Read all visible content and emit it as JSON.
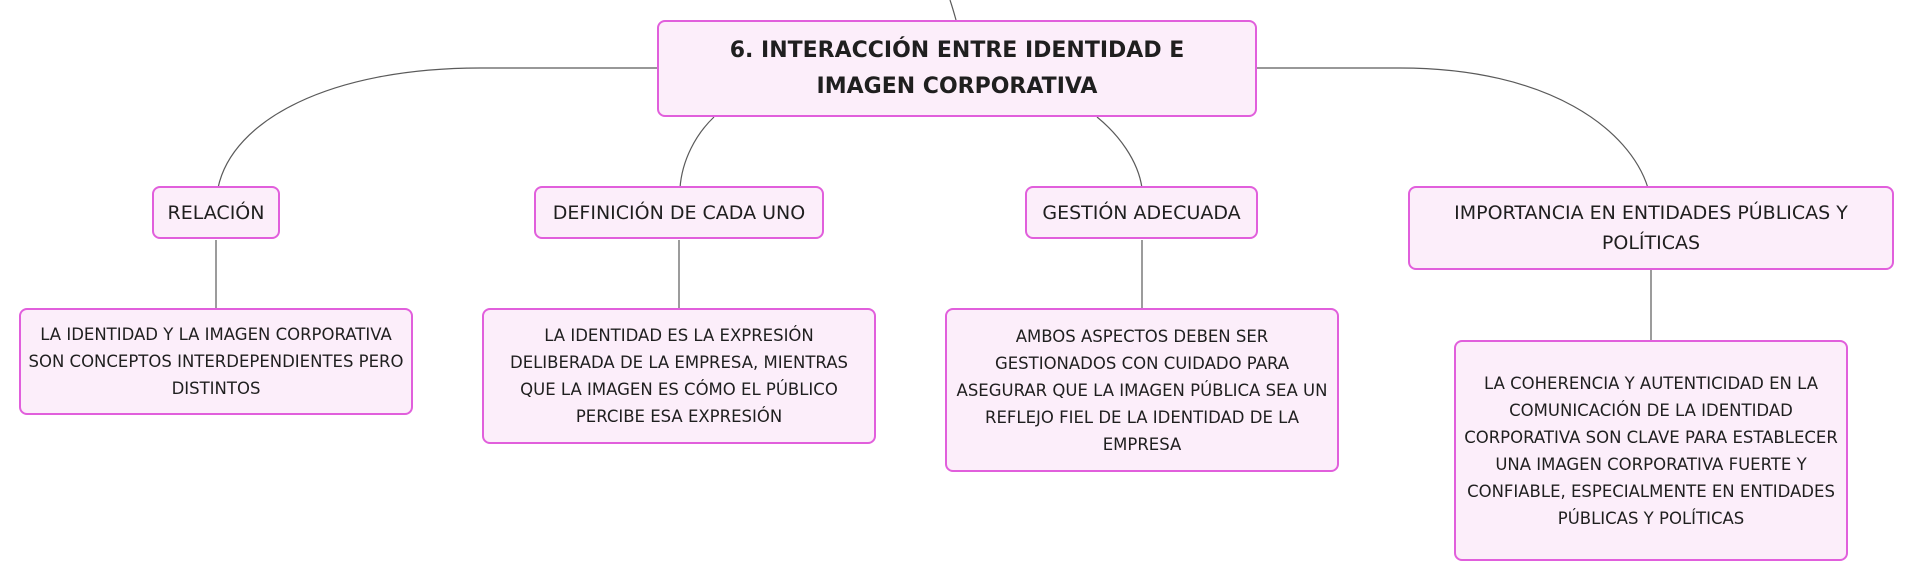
{
  "root": {
    "label": "6. INTERACCIÓN ENTRE IDENTIDAD E IMAGEN CORPORATIVA"
  },
  "topics": [
    {
      "label": "RELACIÓN",
      "detail": "LA IDENTIDAD Y LA IMAGEN CORPORATIVA SON CONCEPTOS INTERDEPENDIENTES PERO DISTINTOS"
    },
    {
      "label": "DEFINICIÓN DE CADA UNO",
      "detail": "LA IDENTIDAD ES LA EXPRESIÓN DELIBERADA DE LA EMPRESA, MIENTRAS QUE LA IMAGEN ES CÓMO EL PÚBLICO PERCIBE ESA EXPRESIÓN"
    },
    {
      "label": "GESTIÓN ADECUADA",
      "detail": "AMBOS ASPECTOS DEBEN SER GESTIONADOS CON CUIDADO PARA ASEGURAR QUE LA IMAGEN PÚBLICA SEA UN REFLEJO FIEL DE LA IDENTIDAD DE LA EMPRESA"
    },
    {
      "label": "IMPORTANCIA EN ENTIDADES PÚBLICAS Y POLÍTICAS",
      "detail": "LA COHERENCIA Y AUTENTICIDAD EN LA COMUNICACIÓN DE LA IDENTIDAD CORPORATIVA SON CLAVE PARA ESTABLECER UNA IMAGEN CORPORATIVA FUERTE Y CONFIABLE, ESPECIALMENTE EN ENTIDADES PÚBLICAS Y POLÍTICAS"
    }
  ],
  "colors": {
    "node_fill": "#fceefa",
    "node_border": "#e15fdc",
    "connector": "#5a5a5a"
  }
}
